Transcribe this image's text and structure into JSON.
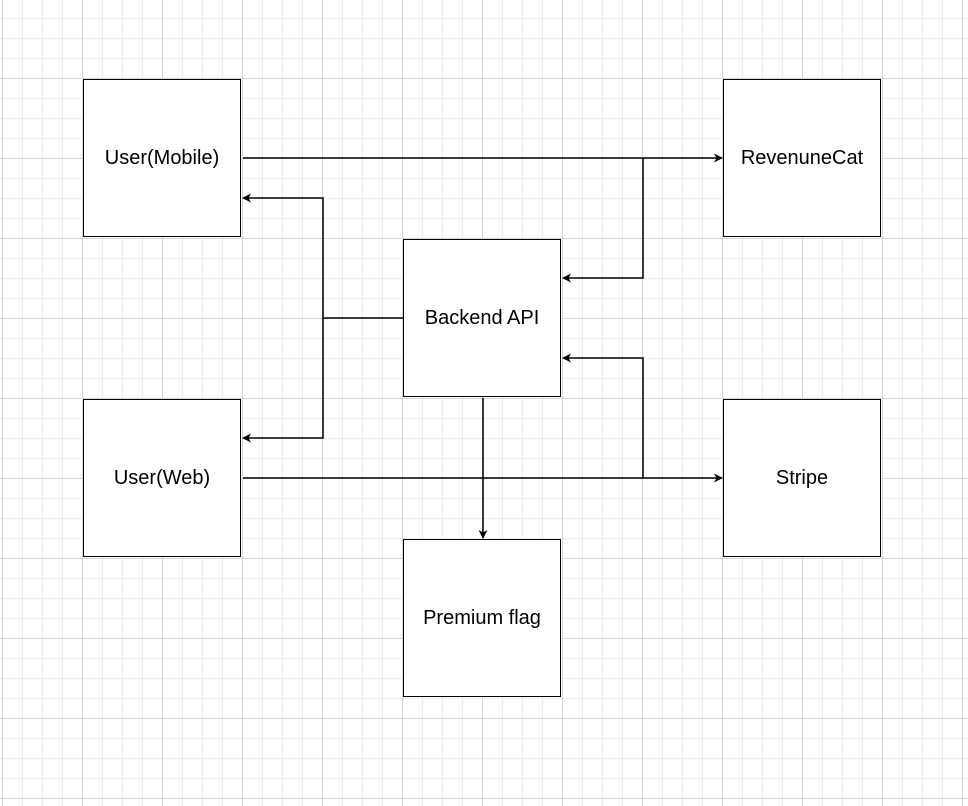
{
  "diagram": {
    "line_color": "#000000",
    "grid_color": "#d4d4d4",
    "nodes": {
      "user_mobile": {
        "label": "User(Mobile)"
      },
      "user_web": {
        "label": "User(Web)"
      },
      "backend_api": {
        "label": "Backend API"
      },
      "premium_flag": {
        "label": "Premium flag"
      },
      "revenuecat": {
        "label": "RevenuneCat"
      },
      "stripe": {
        "label": "Stripe"
      }
    }
  }
}
